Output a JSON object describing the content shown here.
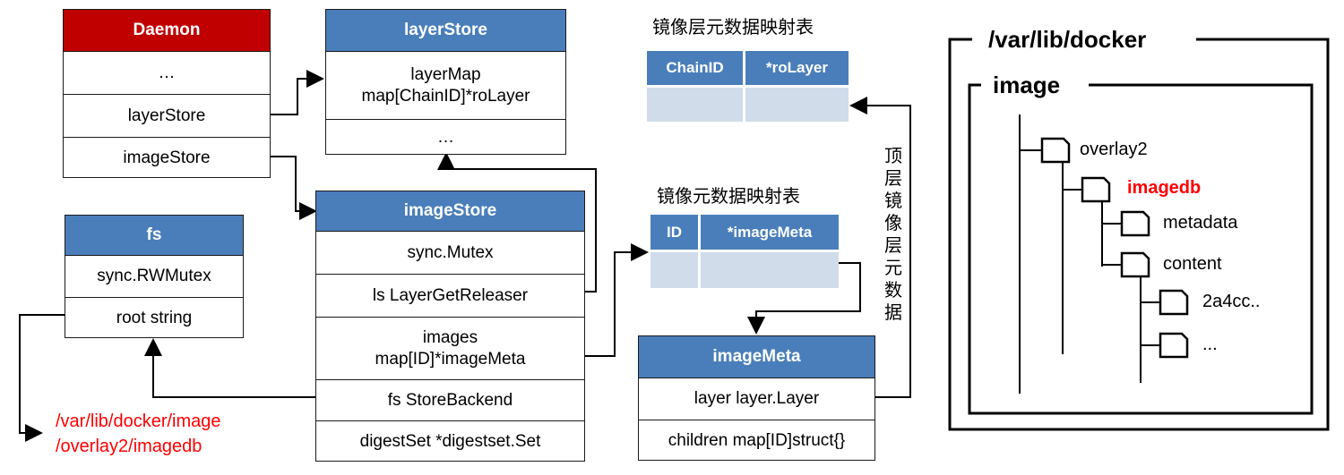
{
  "daemon": {
    "title": "Daemon",
    "rows": [
      "…",
      "layerStore",
      "imageStore"
    ]
  },
  "layerStore": {
    "title": "layerStore",
    "rows": [
      "layerMap\nmap[ChainID]*roLayer",
      "…"
    ]
  },
  "imageStore": {
    "title": "imageStore",
    "rows": [
      "sync.Mutex",
      "ls  LayerGetReleaser",
      "images\nmap[ID]*imageMeta",
      "fs  StoreBackend",
      "digestSet *digestset.Set"
    ]
  },
  "fs": {
    "title": "fs",
    "rows": [
      "sync.RWMutex",
      "root string"
    ]
  },
  "imageMeta": {
    "title": "imageMeta",
    "rows": [
      "layer  layer.Layer",
      "children map[ID]struct{}"
    ]
  },
  "layerTable": {
    "caption": "镜像层元数据映射表",
    "col1": "ChainID",
    "col2": "*roLayer"
  },
  "imageTable": {
    "caption": "镜像元数据映射表",
    "col1": "ID",
    "col2": "*imageMeta"
  },
  "vertical_label": [
    "顶",
    "层",
    "镜",
    "像",
    "层",
    "元",
    "数",
    "据"
  ],
  "path_note": {
    "line1": "/var/lib/docker/image",
    "line2": "/overlay2/imagedb"
  },
  "tree": {
    "root": "/var/lib/docker",
    "sub": "image",
    "items": [
      "overlay2",
      "imagedb",
      "metadata",
      "content",
      "2a4cc..",
      "..."
    ]
  },
  "colors": {
    "header_blue": "#4a7ebb",
    "header_red": "#c00000",
    "cell_light": "#d0dcea",
    "highlight": "#ff0000"
  }
}
